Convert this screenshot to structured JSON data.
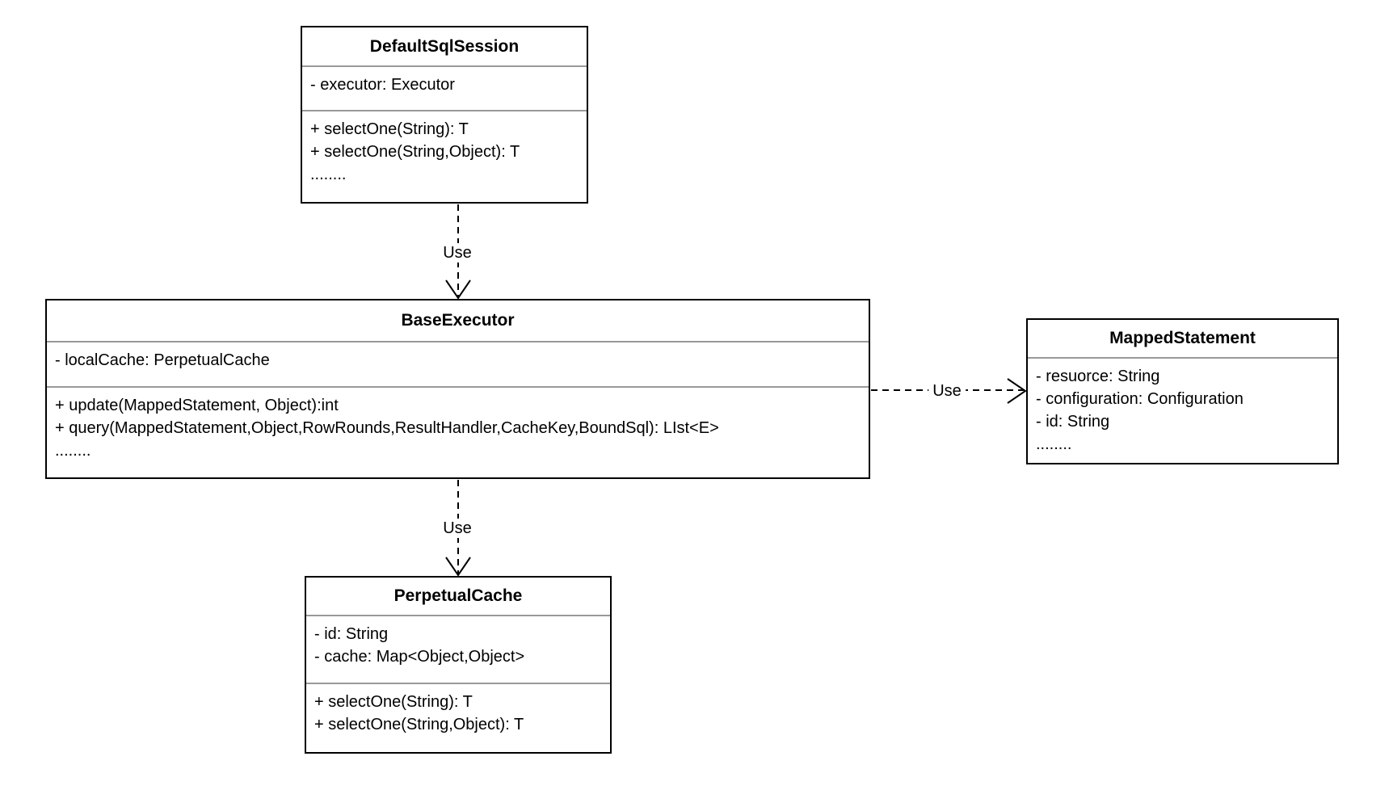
{
  "diagram": {
    "type": "uml-class-diagram",
    "colors": {
      "box_border": "#000000",
      "compartment_divider": "#999999",
      "background": "#ffffff",
      "text": "#000000"
    },
    "classes": [
      {
        "name": "DefaultSqlSession",
        "attributes": [
          "- executor: Executor"
        ],
        "methods": [
          "+ selectOne(String): T",
          "+ selectOne(String,Object): T",
          "........"
        ]
      },
      {
        "name": "BaseExecutor",
        "attributes": [
          "- localCache: PerpetualCache"
        ],
        "methods": [
          "+ update(MappedStatement, Object):int",
          "+ query(MappedStatement,Object,RowRounds,ResultHandler,CacheKey,BoundSql): LIst<E>",
          "........"
        ]
      },
      {
        "name": "MappedStatement",
        "attributes": [
          "- resuorce: String",
          "- configuration: Configuration",
          "- id: String",
          "........"
        ],
        "methods": []
      },
      {
        "name": "PerpetualCache",
        "attributes": [
          "- id: String",
          "- cache: Map<Object,Object>"
        ],
        "methods": [
          "+ selectOne(String): T",
          "+ selectOne(String,Object): T"
        ]
      }
    ],
    "relations": [
      {
        "label": "Use",
        "from": "DefaultSqlSession",
        "to": "BaseExecutor",
        "style": "dashed-open-arrow"
      },
      {
        "label": "Use",
        "from": "BaseExecutor",
        "to": "MappedStatement",
        "style": "dashed-open-arrow"
      },
      {
        "label": "Use",
        "from": "BaseExecutor",
        "to": "PerpetualCache",
        "style": "dashed-open-arrow"
      }
    ]
  }
}
